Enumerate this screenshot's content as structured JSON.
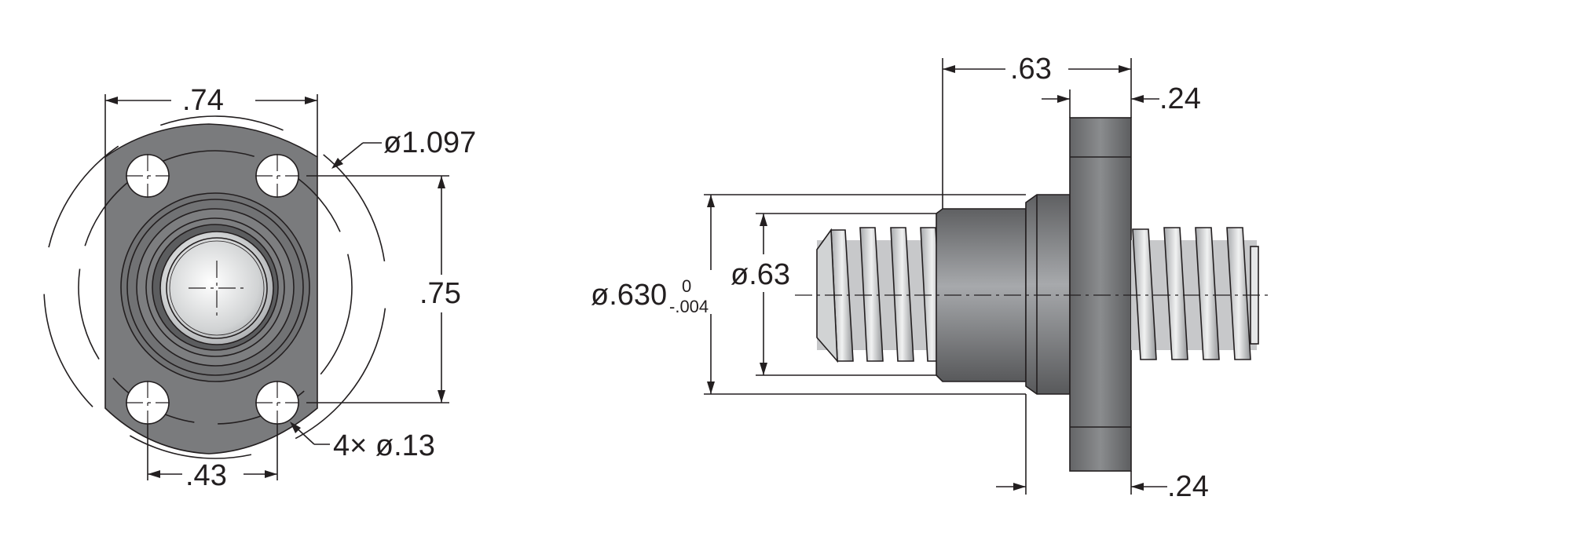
{
  "front_view": {
    "flange_width": ".74",
    "bolt_circle_diameter": "ø1.097",
    "bolt_spacing_vertical": ".75",
    "bolt_spacing_horizontal": ".43",
    "holes": "4× ø.13"
  },
  "side_view": {
    "body_length": ".63",
    "flange_thickness_top": ".24",
    "flange_thickness_bottom": ".24",
    "pilot_diameter_main": "ø.630",
    "pilot_tolerance_upper": "0",
    "pilot_tolerance_lower": "-.004",
    "body_diameter": "ø.63"
  },
  "colors": {
    "line": "#231f20",
    "steel_dark": "#6d6e71",
    "steel_light": "#e6e7e8"
  }
}
